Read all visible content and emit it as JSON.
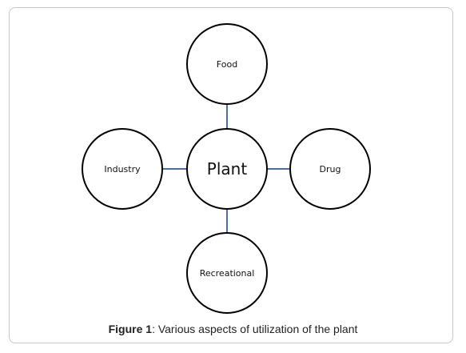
{
  "diagram": {
    "center": {
      "label": "Plant"
    },
    "nodes": [
      {
        "id": "food",
        "label": "Food"
      },
      {
        "id": "industry",
        "label": "Industry"
      },
      {
        "id": "drug",
        "label": "Drug"
      },
      {
        "id": "recreational",
        "label": "Recreational"
      }
    ],
    "colors": {
      "connector": "#4a6fa5",
      "circle_stroke": "#000000"
    }
  },
  "caption": {
    "figure_label": "Figure 1",
    "text": ": Various aspects of utilization of the plant"
  }
}
